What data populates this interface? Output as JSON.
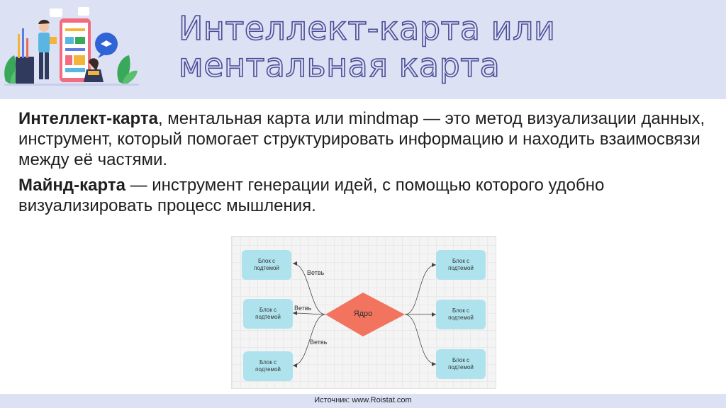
{
  "header": {
    "title_line1": "Интеллект-карта или",
    "title_line2": "ментальная карта"
  },
  "content": {
    "para1_bold": "Интеллект-карта",
    "para1_text": ", ментальная карта или mindmap — это метод визуализации данных, инструмент, который помогает структурировать информацию и находить взаимосвязи между её частями.",
    "para2_bold": "Майнд-карта",
    "para2_text": " — инструмент генерации идей, с помощью которого удобно визуализировать процесс мышления."
  },
  "diagram": {
    "core": "Ядро",
    "blocks": [
      "Блок с подтемой",
      "Блок с подтемой",
      "Блок с подтемой",
      "Блок с подтемой",
      "Блок с подтемой",
      "Блок с подтемой"
    ],
    "branches": [
      "Ветвь",
      "Ветвь",
      "Ветвь"
    ],
    "colors": {
      "core": "#f2735e",
      "block": "#aee3ee"
    }
  },
  "footer": {
    "source": "Источник: www.Roistat.com"
  }
}
